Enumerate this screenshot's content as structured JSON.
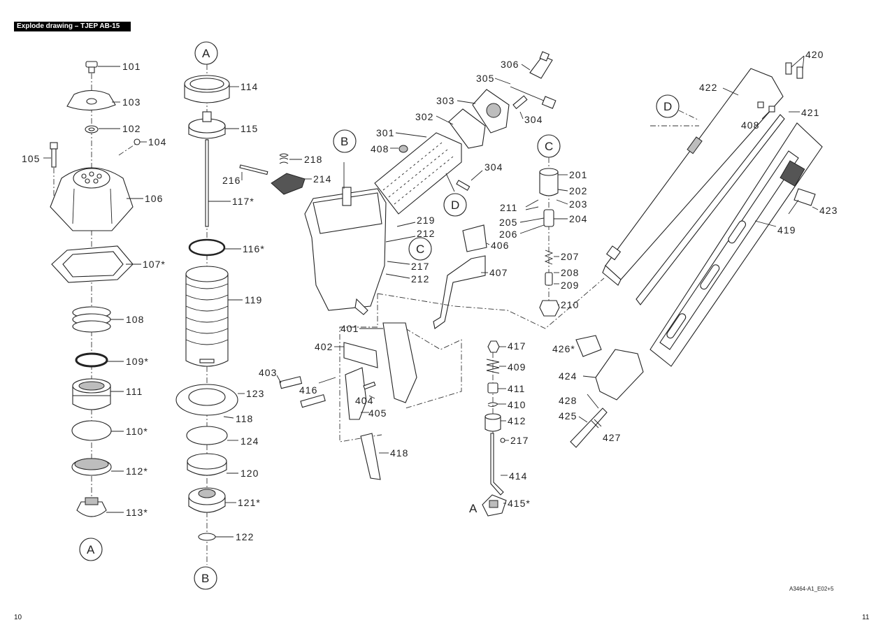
{
  "header": {
    "title": "Explode drawing – TJEP AB-15"
  },
  "footer": {
    "page_left": "10",
    "page_right": "11",
    "doc_code": "A3464-A1_E02+5"
  },
  "refs": {
    "A": "A",
    "B": "B",
    "C": "C",
    "D": "D"
  },
  "parts": {
    "p101": "101",
    "p103": "103",
    "p102": "102",
    "p104": "104",
    "p105": "105",
    "p106": "106",
    "p107": "107*",
    "p108": "108",
    "p109": "109*",
    "p111": "111",
    "p110": "110*",
    "p112": "112*",
    "p113": "113*",
    "p114": "114",
    "p115": "115",
    "p117": "117*",
    "p116": "116*",
    "p119": "119",
    "p123": "123",
    "p118": "118",
    "p124": "124",
    "p120": "120",
    "p121": "121*",
    "p122": "122",
    "p218": "218",
    "p216": "216",
    "p214": "214",
    "p306": "306",
    "p305": "305",
    "p303": "303",
    "p304a": "304",
    "p302": "302",
    "p301": "301",
    "p408a": "408",
    "p304b": "304",
    "p219": "219",
    "p212a": "212",
    "p217a": "217",
    "p212b": "212",
    "p406": "406",
    "p407": "407",
    "p401": "401",
    "p402": "402",
    "p403": "403",
    "p416": "416",
    "p404": "404",
    "p405": "405",
    "p418": "418",
    "p201": "201",
    "p202": "202",
    "p203": "203",
    "p211": "211",
    "p205": "205",
    "p204": "204",
    "p206": "206",
    "p207": "207",
    "p208": "208",
    "p209": "209",
    "p210": "210",
    "p417": "417",
    "p409": "409",
    "p411": "411",
    "p410": "410",
    "p412": "412",
    "p217b": "217",
    "p414": "414",
    "p415": "415*",
    "p420": "420",
    "p422": "422",
    "p421": "421",
    "p408b": "408",
    "p423": "423",
    "p419": "419",
    "p426": "426*",
    "p424": "424",
    "p428": "428",
    "p425": "425",
    "p427": "427"
  }
}
